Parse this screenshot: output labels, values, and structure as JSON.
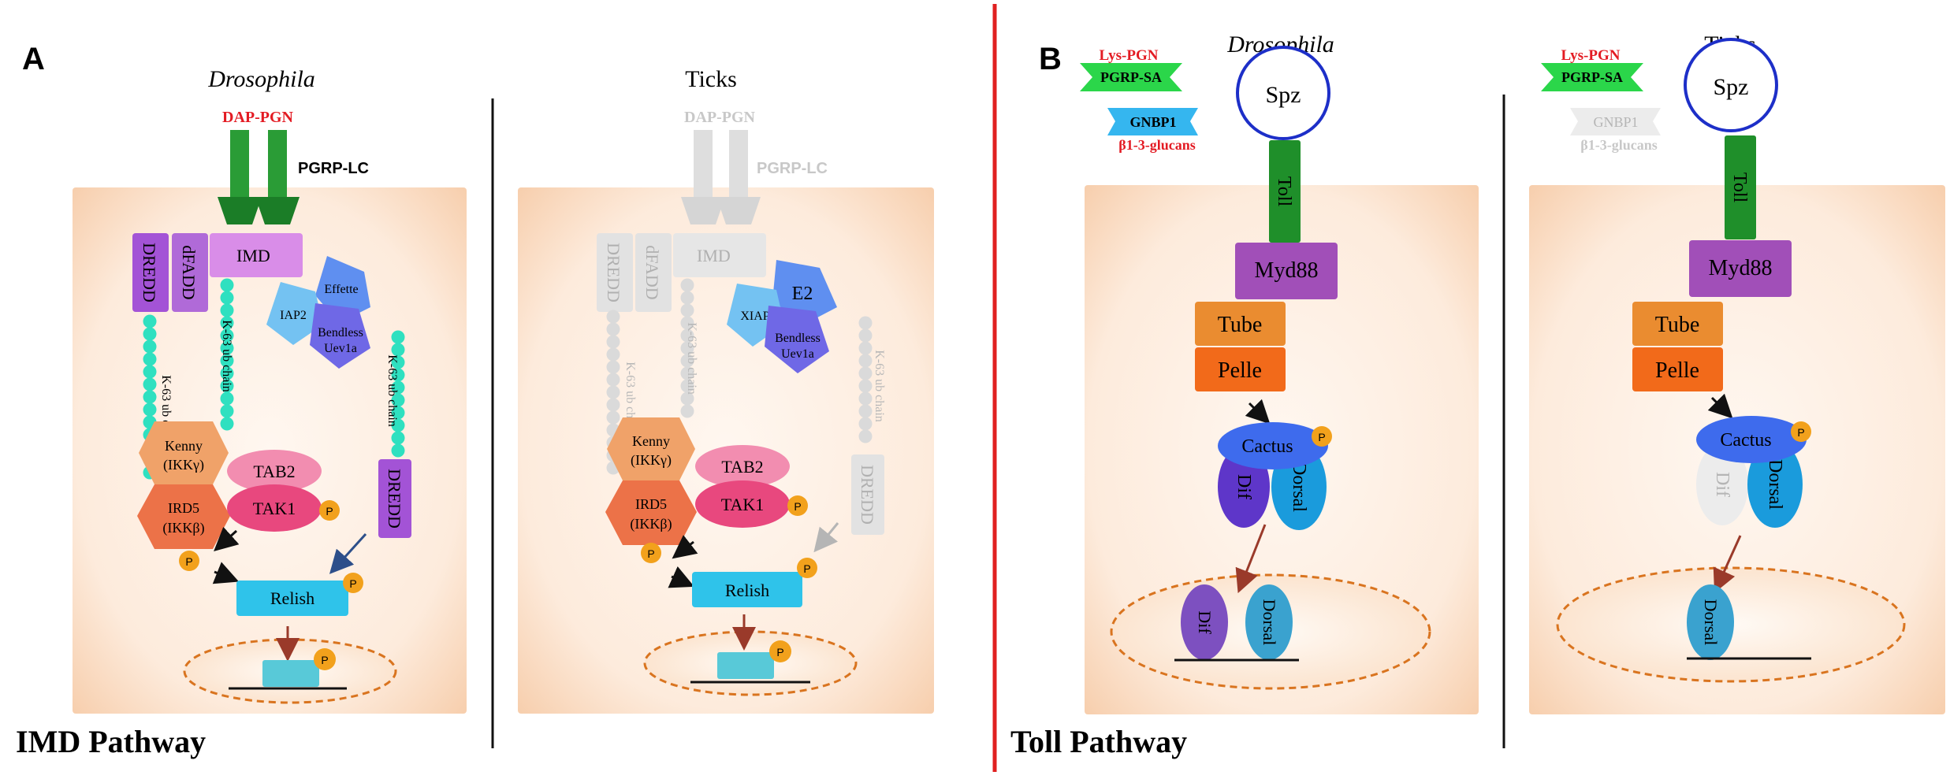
{
  "panel_a": {
    "letter": "A",
    "pathway_title": "IMD Pathway",
    "drosophila": {
      "title": "Drosophila",
      "ligand": "DAP-PGN",
      "receptor": "PGRP-LC",
      "imd": "IMD",
      "dredd": "DREDD",
      "dfadd": "dFADD",
      "effette": "Effette",
      "iap2": "IAP2",
      "bendless_1": "Bendless",
      "bendless_2": "Uev1a",
      "ub_chain": "K-63 ub chain",
      "kenny_1": "Kenny",
      "kenny_2": "(IKKγ)",
      "ird5_1": "IRD5",
      "ird5_2": "(IKKβ)",
      "tab2": "TAB2",
      "tak1": "TAK1",
      "dredd2": "DREDD",
      "relish": "Relish",
      "phospho": "P"
    },
    "ticks": {
      "title": "Ticks",
      "ligand": "DAP-PGN",
      "receptor": "PGRP-LC",
      "imd": "IMD",
      "dredd": "DREDD",
      "dfadd": "dFADD",
      "e2": "E2",
      "xiap": "XIAP",
      "bendless_1": "Bendless",
      "bendless_2": "Uev1a",
      "ub_chain": "K-63 ub chain",
      "kenny_1": "Kenny",
      "kenny_2": "(IKKγ)",
      "ird5_1": "IRD5",
      "ird5_2": "(IKKβ)",
      "tab2": "TAB2",
      "tak1": "TAK1",
      "dredd2": "DREDD",
      "relish": "Relish",
      "phospho": "P"
    }
  },
  "panel_b": {
    "letter": "B",
    "pathway_title": "Toll Pathway",
    "drosophila": {
      "title": "Drosophila",
      "lys_pgn": "Lys-PGN",
      "pgrp_sa": "PGRP-SA",
      "gnbp1": "GNBP1",
      "glucans": "β1-3-glucans",
      "spz": "Spz",
      "toll": "Toll",
      "myd88": "Myd88",
      "tube": "Tube",
      "pelle": "Pelle",
      "cactus": "Cactus",
      "dif": "Dif",
      "dorsal": "Dorsal",
      "phospho": "P"
    },
    "ticks": {
      "title": "Ticks",
      "lys_pgn": "Lys-PGN",
      "pgrp_sa": "PGRP-SA",
      "gnbp1": "GNBP1",
      "glucans": "β1-3-glucans",
      "spz": "Spz",
      "toll": "Toll",
      "myd88": "Myd88",
      "tube": "Tube",
      "pelle": "Pelle",
      "cactus": "Cactus",
      "dif": "Dif",
      "dorsal": "Dorsal",
      "phospho": "P"
    }
  },
  "colors": {
    "separator_red": "#e02020",
    "ligand_red": "#e31b23",
    "receptor_green": "#1f8f2a",
    "gray_out": "#c8c8c8",
    "cell_fill": "#fbe3cf",
    "nucleus_stroke": "#d9741f",
    "ub_bead": "#2fe0c0",
    "relish_blue": "#2fc3ea",
    "phospho_orange": "#f2a11c"
  }
}
